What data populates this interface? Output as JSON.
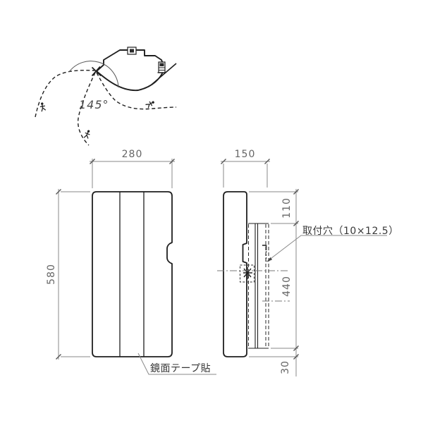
{
  "title": "corner-mirror dimension drawing",
  "top_view": {
    "angle_label": "145°"
  },
  "front_view": {
    "width": "280",
    "height": "580",
    "note": "鏡面テープ貼"
  },
  "side_view": {
    "depth": "150",
    "seg_top": "110",
    "seg_middle": "440",
    "seg_bottom": "30",
    "note": "取付穴（10×12.5）"
  },
  "colors": {
    "object_line": "#1f1f1f",
    "thin_line": "#8a8a8a",
    "dim_text": "#666666",
    "note_text": "#383838",
    "background": "#ffffff"
  },
  "icons": {
    "person": "walking-person-icon",
    "cart": "hand-truck-icon",
    "corner_marker": "corner-cross-icon"
  }
}
